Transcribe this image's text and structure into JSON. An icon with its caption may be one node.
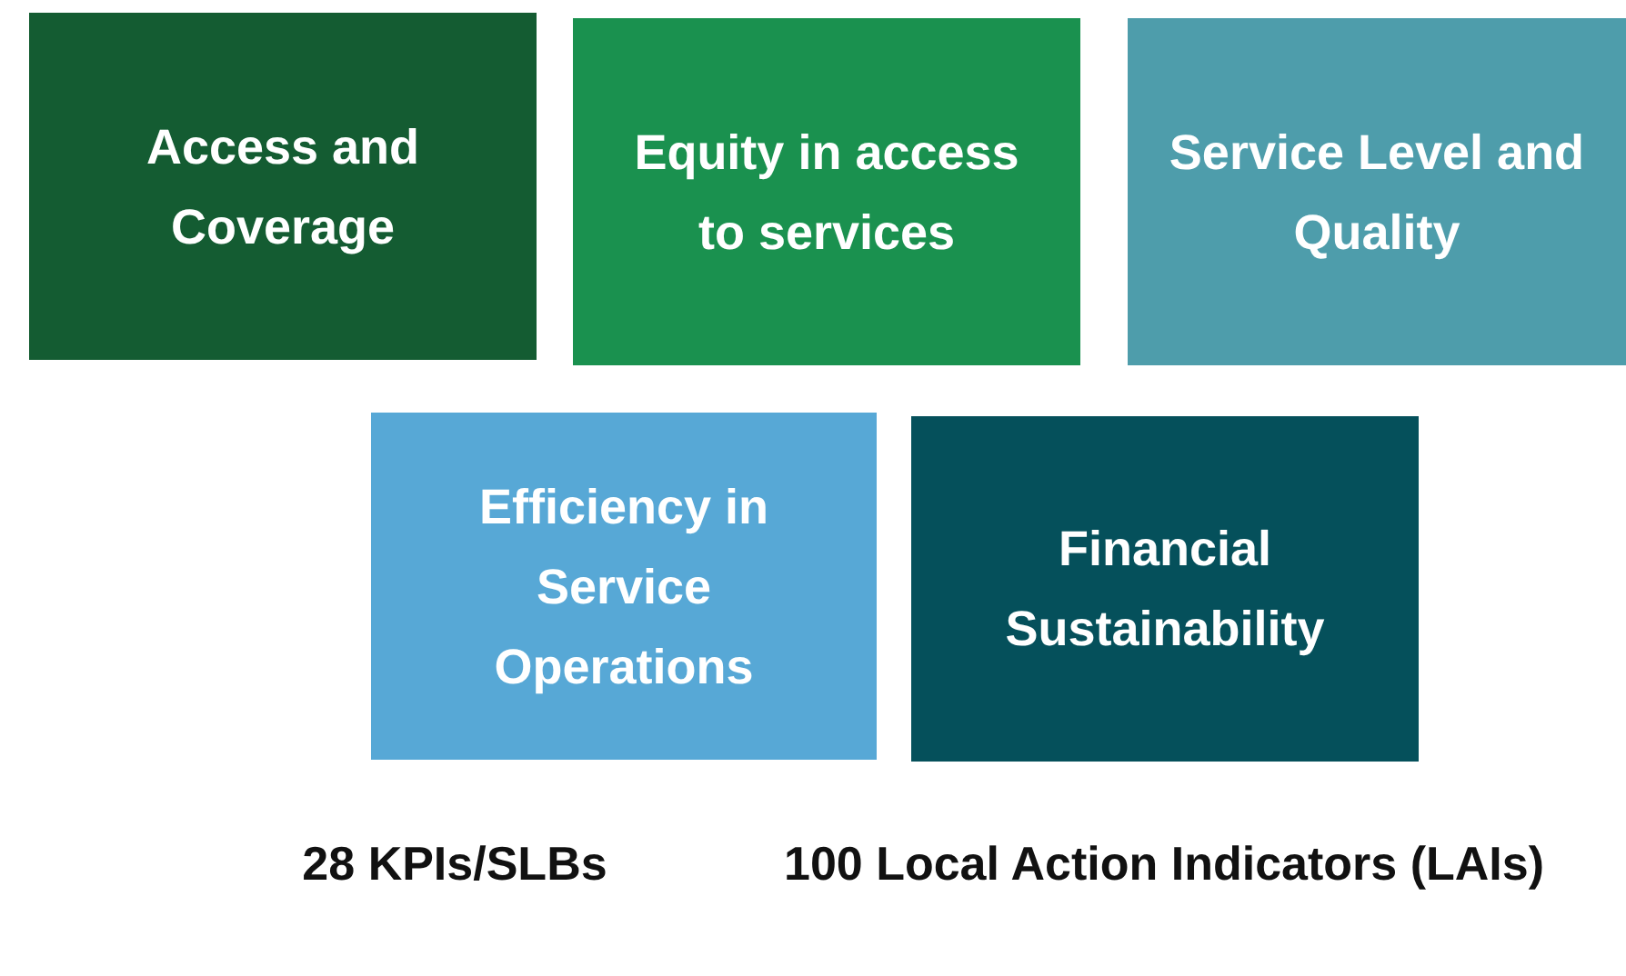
{
  "diagram": {
    "nodes": [
      {
        "text": [
          "Access and Coverage"
        ]
      },
      {
        "text": [
          "Equity in access to services"
        ]
      },
      {
        "text": [
          "Service Level and Quality"
        ]
      },
      {
        "text": [
          "Efficiency in Service Operations"
        ]
      },
      {
        "text": [
          "Financial Sustainability"
        ]
      }
    ],
    "edges": [],
    "labels": [
      "28 KPIs/SLBs",
      "100 Local Action Indicators (LAIs)"
    ]
  }
}
